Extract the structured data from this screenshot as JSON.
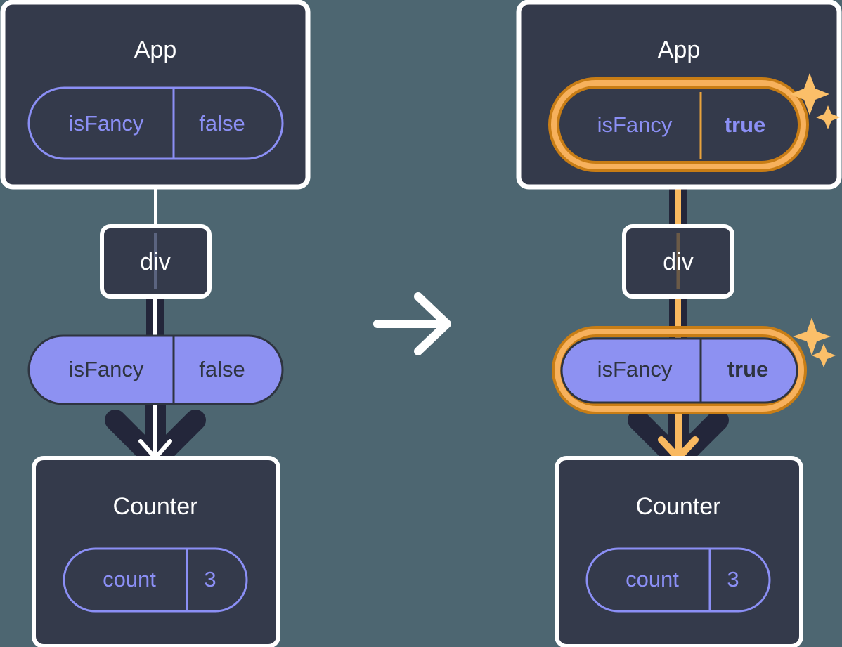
{
  "background_color": "#4d6671",
  "palette": {
    "box_fill": "#343a4b",
    "box_border": "#ffffff",
    "pill_outline_stroke": "#8b8ff5",
    "pill_fill": "#8d91f2",
    "pill_fill_border": "#2e3440",
    "text_light": "#ffffff",
    "text_purple": "#8b8ff5",
    "text_dark": "#2e3440",
    "edge_dark": "#23263a",
    "edge_white": "#ffffff",
    "highlight_outer": "#c87d15",
    "highlight_inner": "#f7b15c",
    "sparkle": "#fbbf69",
    "arrow_white": "#ffffff",
    "arrow_orange": "#f9b960",
    "faint_line": "#5b6480"
  },
  "transition_arrow": {
    "name": "right-arrow",
    "color": "#ffffff"
  },
  "panels": [
    {
      "id": "before",
      "app_box": {
        "title": "App",
        "pill": {
          "key": "isFancy",
          "value": "false",
          "style": "outline",
          "value_bold": false,
          "highlighted": false
        }
      },
      "div_box": {
        "title": "div"
      },
      "prop_pill": {
        "key": "isFancy",
        "value": "false",
        "style": "filled",
        "value_bold": false,
        "highlighted": false
      },
      "counter_box": {
        "title": "Counter",
        "pill": {
          "key": "count",
          "value": "3",
          "style": "outline",
          "value_bold": false,
          "highlighted": false
        }
      },
      "edges": {
        "app_to_div": "thin-white",
        "div_to_pill": "thick-dark-white-core",
        "pill_to_counter": "arrow-dark-white-core"
      },
      "sparkles": false
    },
    {
      "id": "after",
      "app_box": {
        "title": "App",
        "pill": {
          "key": "isFancy",
          "value": "true",
          "style": "outline",
          "value_bold": true,
          "highlighted": true
        }
      },
      "div_box": {
        "title": "div"
      },
      "prop_pill": {
        "key": "isFancy",
        "value": "true",
        "style": "filled",
        "value_bold": true,
        "highlighted": true
      },
      "counter_box": {
        "title": "Counter",
        "pill": {
          "key": "count",
          "value": "3",
          "style": "outline",
          "value_bold": false,
          "highlighted": false
        }
      },
      "edges": {
        "app_to_div": "thick-dark-orange-core",
        "div_to_pill": "thick-dark-orange-core",
        "pill_to_counter": "arrow-dark-orange-core"
      },
      "sparkles": true
    }
  ]
}
